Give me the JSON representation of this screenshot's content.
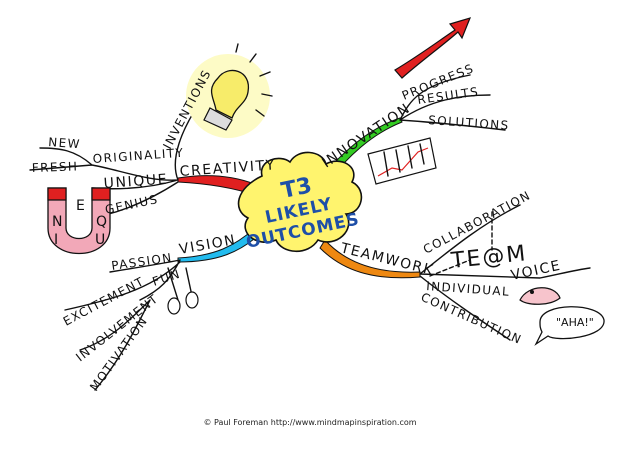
{
  "center": {
    "title": "T3",
    "line1": "LIKELY",
    "line2": "OUTCOMES"
  },
  "branches": {
    "creativity": {
      "label": "CREATIVITY",
      "color": "#e02020",
      "children": [
        "INVENTIONS",
        "ORIGINALITY",
        "NEW",
        "FRESH",
        "UNIQUE",
        "GENIUS"
      ],
      "magnet_letters": [
        "N",
        "I",
        "Q",
        "U",
        "E"
      ]
    },
    "innovation": {
      "label": "INNOVATION",
      "color": "#33cc22",
      "children": [
        "PROGRESS",
        "RESULTS",
        "SOLUTIONS"
      ]
    },
    "vision": {
      "label": "VISION",
      "color": "#22bbee",
      "children": [
        "PASSION",
        "FUN",
        "EXCITEMENT",
        "INVOLVEMENT",
        "MOTIVATION"
      ]
    },
    "teamwork": {
      "label": "TEAMWORK",
      "color": "#ee8811",
      "children": [
        "COLLABORATION",
        "TE@M",
        "INDIVIDUAL",
        "VOICE",
        "CONTRIBUTION"
      ],
      "speech": "\"AHA!\""
    }
  },
  "credit": "© Paul Foreman http://www.mindmapinspiration.com"
}
